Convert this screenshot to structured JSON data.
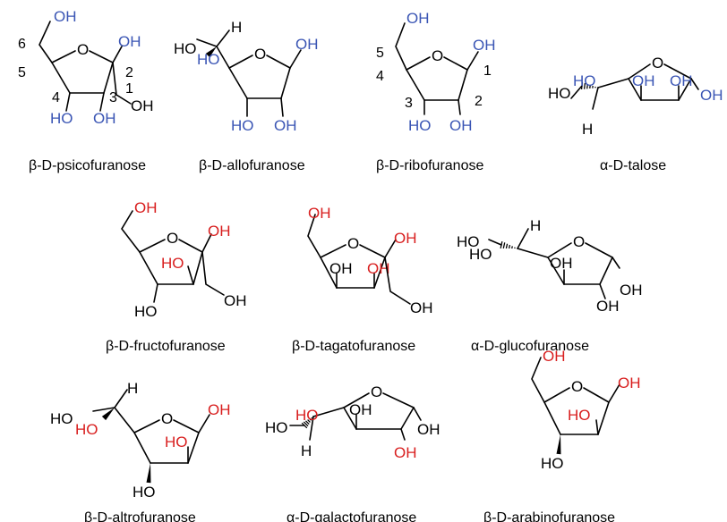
{
  "colors": {
    "bond": "#000000",
    "blue": "#3a55b4",
    "red": "#d81e1e",
    "black": "#000000"
  },
  "molecules": [
    {
      "id": "psicofuranose",
      "caption": "β-D-psicofuranose",
      "labels": [
        {
          "t": "OH",
          "c": "blue"
        },
        {
          "t": "OH",
          "c": "blue"
        },
        {
          "t": "HO",
          "c": "blue"
        },
        {
          "t": "OH",
          "c": "blue"
        },
        {
          "t": "OH",
          "c": "black"
        }
      ],
      "numbers": [
        "6",
        "5",
        "2",
        "4",
        "3",
        "1"
      ]
    },
    {
      "id": "allofuranose",
      "caption": "β-D-allofuranose",
      "labels": [
        {
          "t": "H",
          "c": "black"
        },
        {
          "t": "HO",
          "c": "black"
        },
        {
          "t": "HO",
          "c": "blue"
        },
        {
          "t": "OH",
          "c": "blue"
        },
        {
          "t": "HO",
          "c": "blue"
        },
        {
          "t": "OH",
          "c": "blue"
        }
      ]
    },
    {
      "id": "ribofuranose",
      "caption": "β-D-ribofuranose",
      "labels": [
        {
          "t": "OH",
          "c": "blue"
        },
        {
          "t": "OH",
          "c": "blue"
        },
        {
          "t": "HO",
          "c": "blue"
        },
        {
          "t": "OH",
          "c": "blue"
        }
      ],
      "numbers": [
        "5",
        "4",
        "1",
        "3",
        "2"
      ]
    },
    {
      "id": "talose",
      "caption": "α-D-talose",
      "labels": [
        {
          "t": "HO",
          "c": "black"
        },
        {
          "t": "HO",
          "c": "blue"
        },
        {
          "t": "OH",
          "c": "blue"
        },
        {
          "t": "OH",
          "c": "blue"
        },
        {
          "t": "OH",
          "c": "blue"
        },
        {
          "t": "H",
          "c": "black"
        }
      ]
    },
    {
      "id": "fructofuranose",
      "caption": "β-D-fructofuranose",
      "labels": [
        {
          "t": "OH",
          "c": "red"
        },
        {
          "t": "OH",
          "c": "red"
        },
        {
          "t": "HO",
          "c": "red"
        },
        {
          "t": "HO",
          "c": "black"
        },
        {
          "t": "OH",
          "c": "black"
        }
      ]
    },
    {
      "id": "tagatofuranose",
      "caption": "β-D-tagatofuranose",
      "labels": [
        {
          "t": "OH",
          "c": "red"
        },
        {
          "t": "OH",
          "c": "red"
        },
        {
          "t": "OH",
          "c": "black"
        },
        {
          "t": "OH",
          "c": "red"
        },
        {
          "t": "OH",
          "c": "black"
        }
      ]
    },
    {
      "id": "glucofuranose",
      "caption": "α-D-glucofuranose",
      "labels": [
        {
          "t": "H",
          "c": "black"
        },
        {
          "t": "HO",
          "c": "black"
        },
        {
          "t": "HO",
          "c": "black"
        },
        {
          "t": "OH",
          "c": "black"
        },
        {
          "t": "OH",
          "c": "black"
        },
        {
          "t": "OH",
          "c": "black"
        }
      ]
    },
    {
      "id": "altrofuranose",
      "caption": "β-D-altrofuranose",
      "labels": [
        {
          "t": "H",
          "c": "black"
        },
        {
          "t": "HO",
          "c": "black"
        },
        {
          "t": "HO",
          "c": "red"
        },
        {
          "t": "OH",
          "c": "red"
        },
        {
          "t": "HO",
          "c": "red"
        },
        {
          "t": "HO",
          "c": "black"
        }
      ]
    },
    {
      "id": "galactofuranose",
      "caption": "α-D-galactofuranose",
      "labels": [
        {
          "t": "HO",
          "c": "black"
        },
        {
          "t": "HO",
          "c": "red"
        },
        {
          "t": "OH",
          "c": "black"
        },
        {
          "t": "OH",
          "c": "black"
        },
        {
          "t": "OH",
          "c": "red"
        },
        {
          "t": "H",
          "c": "black"
        }
      ]
    },
    {
      "id": "arabinofuranose",
      "caption": "β-D-arabinofuranose",
      "labels": [
        {
          "t": "OH",
          "c": "red"
        },
        {
          "t": "OH",
          "c": "red"
        },
        {
          "t": "HO",
          "c": "red"
        },
        {
          "t": "HO",
          "c": "black"
        }
      ]
    }
  ]
}
